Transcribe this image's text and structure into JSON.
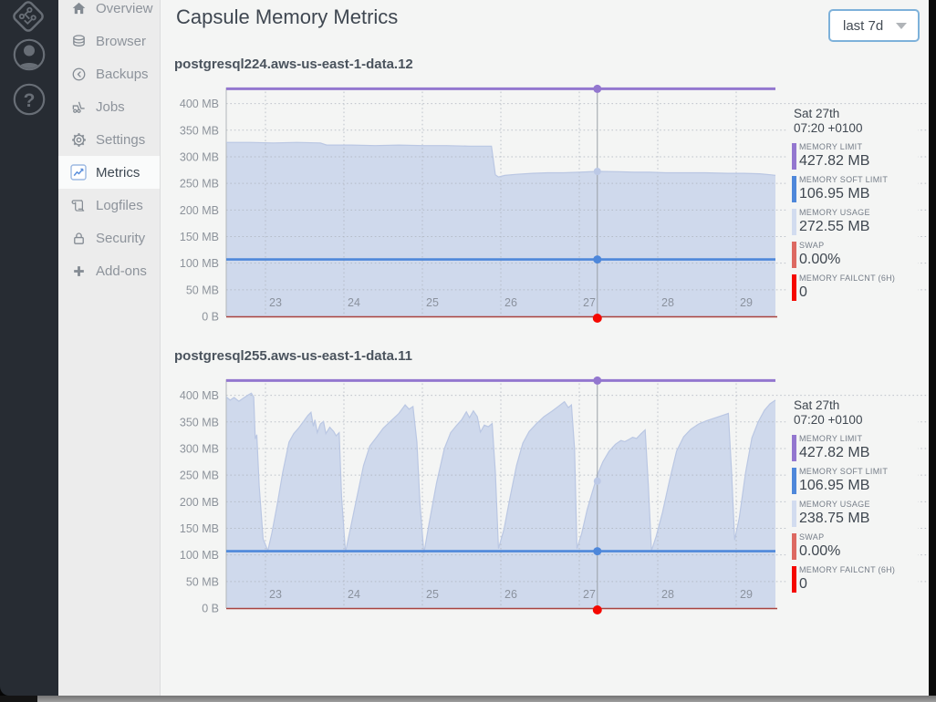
{
  "header": {
    "title": "Capsule Memory Metrics",
    "range_selector": {
      "value": "last 7d"
    }
  },
  "icon_rail": {
    "logo": "circuit-board-logo",
    "account": "user-avatar",
    "help": "question-mark"
  },
  "sidebar": {
    "items": [
      {
        "label": "Overview",
        "icon": "home-icon",
        "active": false
      },
      {
        "label": "Browser",
        "icon": "database-icon",
        "active": false
      },
      {
        "label": "Backups",
        "icon": "restore-clock-icon",
        "active": false
      },
      {
        "label": "Jobs",
        "icon": "forklift-icon",
        "active": false
      },
      {
        "label": "Settings",
        "icon": "gear-icon",
        "active": false
      },
      {
        "label": "Metrics",
        "icon": "line-chart-icon",
        "active": true
      },
      {
        "label": "Logfiles",
        "icon": "scroll-icon",
        "active": false
      },
      {
        "label": "Security",
        "icon": "padlock-icon",
        "active": false
      },
      {
        "label": "Add-ons",
        "icon": "plus-icon",
        "active": false
      }
    ]
  },
  "charts": [
    {
      "title": "postgresql224.aws-us-east-1-data.12",
      "tooltip": {
        "date": "Sat 27th",
        "time": "07:20 +0100"
      },
      "legend": [
        {
          "label": "MEMORY LIMIT",
          "value": "427.82 MB",
          "color": "#9377cf"
        },
        {
          "label": "MEMORY SOFT LIMIT",
          "value": "106.95 MB",
          "color": "#4e87da"
        },
        {
          "label": "MEMORY USAGE",
          "value": "272.55 MB",
          "color": "#d2dcef"
        },
        {
          "label": "SWAP",
          "value": "0.00%",
          "color": "#dd6962"
        },
        {
          "label": "MEMORY FAILCNT (6H)",
          "value": "0",
          "color": "#f50800"
        }
      ]
    },
    {
      "title": "postgresql255.aws-us-east-1-data.11",
      "tooltip": {
        "date": "Sat 27th",
        "time": "07:20 +0100"
      },
      "legend": [
        {
          "label": "MEMORY LIMIT",
          "value": "427.82 MB",
          "color": "#9377cf"
        },
        {
          "label": "MEMORY SOFT LIMIT",
          "value": "106.95 MB",
          "color": "#4e87da"
        },
        {
          "label": "MEMORY USAGE",
          "value": "238.75 MB",
          "color": "#d2dcef"
        },
        {
          "label": "SWAP",
          "value": "0.00%",
          "color": "#dd6962"
        },
        {
          "label": "MEMORY FAILCNT (6H)",
          "value": "0",
          "color": "#f50800"
        }
      ]
    }
  ],
  "chart_data": [
    {
      "type": "area",
      "title": "postgresql224.aws-us-east-1-data.12",
      "x_unit": "day of month",
      "xlim": [
        22.5,
        29.5
      ],
      "ylim": [
        0,
        430
      ],
      "xticks": [
        23,
        24,
        25,
        26,
        27,
        28,
        29
      ],
      "xtick_labels": [
        "23",
        "24",
        "25",
        "26",
        "27",
        "28",
        "29"
      ],
      "ytick_values": [
        0,
        50,
        100,
        150,
        200,
        250,
        300,
        350,
        400
      ],
      "ytick_labels": [
        "0 B",
        "50 MB",
        "100 MB",
        "150 MB",
        "200 MB",
        "250 MB",
        "300 MB",
        "350 MB",
        "400 MB"
      ],
      "reference_lines": {
        "memory_limit_mb": 427.82,
        "memory_soft_limit_mb": 106.95,
        "swap_pct": 0,
        "memory_failcnt": 0
      },
      "cursor": {
        "x": 27.23,
        "limit_mb": 427.82,
        "soft_limit_mb": 106.95,
        "usage_mb": 272.55,
        "swap_pct": 0,
        "failcnt": 0
      },
      "points": [
        [
          22.5,
          327
        ],
        [
          22.8,
          327
        ],
        [
          23.1,
          326
        ],
        [
          23.4,
          327
        ],
        [
          23.7,
          326
        ],
        [
          23.78,
          322
        ],
        [
          24.1,
          322
        ],
        [
          24.4,
          321
        ],
        [
          24.7,
          322
        ],
        [
          25.0,
          321
        ],
        [
          25.3,
          321
        ],
        [
          25.6,
          320
        ],
        [
          25.88,
          320
        ],
        [
          25.93,
          266
        ],
        [
          25.97,
          262
        ],
        [
          26.05,
          265
        ],
        [
          26.2,
          267
        ],
        [
          26.4,
          269
        ],
        [
          26.6,
          270
        ],
        [
          26.8,
          270
        ],
        [
          27.0,
          271
        ],
        [
          27.23,
          272.55
        ],
        [
          27.5,
          272
        ],
        [
          27.7,
          271
        ],
        [
          27.9,
          271
        ],
        [
          28.1,
          270
        ],
        [
          28.3,
          270
        ],
        [
          28.6,
          270
        ],
        [
          28.9,
          269
        ],
        [
          29.1,
          269
        ],
        [
          29.3,
          268
        ],
        [
          29.45,
          266
        ],
        [
          29.5,
          265
        ]
      ]
    },
    {
      "type": "area",
      "title": "postgresql255.aws-us-east-1-data.11",
      "x_unit": "day of month",
      "xlim": [
        22.5,
        29.5
      ],
      "ylim": [
        0,
        430
      ],
      "xticks": [
        23,
        24,
        25,
        26,
        27,
        28,
        29
      ],
      "xtick_labels": [
        "23",
        "24",
        "25",
        "26",
        "27",
        "28",
        "29"
      ],
      "ytick_values": [
        0,
        50,
        100,
        150,
        200,
        250,
        300,
        350,
        400
      ],
      "ytick_labels": [
        "0 B",
        "50 MB",
        "100 MB",
        "150 MB",
        "200 MB",
        "250 MB",
        "300 MB",
        "350 MB",
        "400 MB"
      ],
      "reference_lines": {
        "memory_limit_mb": 427.82,
        "memory_soft_limit_mb": 106.95,
        "swap_pct": 0,
        "memory_failcnt": 0
      },
      "cursor": {
        "x": 27.23,
        "limit_mb": 427.82,
        "soft_limit_mb": 106.95,
        "usage_mb": 238.75,
        "swap_pct": 0,
        "failcnt": 0
      },
      "points": [
        [
          22.5,
          397
        ],
        [
          22.55,
          391
        ],
        [
          22.6,
          396
        ],
        [
          22.66,
          389
        ],
        [
          22.72,
          395
        ],
        [
          22.78,
          401
        ],
        [
          22.82,
          404
        ],
        [
          22.85,
          397
        ],
        [
          22.87,
          318
        ],
        [
          22.89,
          326
        ],
        [
          22.92,
          230
        ],
        [
          22.97,
          130
        ],
        [
          23.03,
          108
        ],
        [
          23.08,
          140
        ],
        [
          23.15,
          195
        ],
        [
          23.22,
          255
        ],
        [
          23.3,
          312
        ],
        [
          23.36,
          328
        ],
        [
          23.42,
          338
        ],
        [
          23.48,
          350
        ],
        [
          23.54,
          362
        ],
        [
          23.58,
          368
        ],
        [
          23.61,
          342
        ],
        [
          23.63,
          354
        ],
        [
          23.66,
          330
        ],
        [
          23.7,
          346
        ],
        [
          23.74,
          351
        ],
        [
          23.77,
          328
        ],
        [
          23.82,
          340
        ],
        [
          23.87,
          332
        ],
        [
          23.9,
          324
        ],
        [
          23.94,
          330
        ],
        [
          23.97,
          210
        ],
        [
          24.02,
          105
        ],
        [
          24.08,
          148
        ],
        [
          24.16,
          205
        ],
        [
          24.25,
          268
        ],
        [
          24.33,
          305
        ],
        [
          24.42,
          322
        ],
        [
          24.5,
          338
        ],
        [
          24.6,
          352
        ],
        [
          24.7,
          366
        ],
        [
          24.78,
          382
        ],
        [
          24.83,
          374
        ],
        [
          24.88,
          379
        ],
        [
          24.93,
          312
        ],
        [
          24.97,
          195
        ],
        [
          25.02,
          103
        ],
        [
          25.08,
          155
        ],
        [
          25.18,
          235
        ],
        [
          25.28,
          300
        ],
        [
          25.36,
          330
        ],
        [
          25.44,
          344
        ],
        [
          25.5,
          354
        ],
        [
          25.56,
          369
        ],
        [
          25.6,
          358
        ],
        [
          25.65,
          371
        ],
        [
          25.7,
          360
        ],
        [
          25.74,
          331
        ],
        [
          25.79,
          344
        ],
        [
          25.84,
          341
        ],
        [
          25.89,
          347
        ],
        [
          25.93,
          255
        ],
        [
          25.97,
          112
        ],
        [
          26.04,
          148
        ],
        [
          26.12,
          210
        ],
        [
          26.2,
          268
        ],
        [
          26.28,
          310
        ],
        [
          26.36,
          332
        ],
        [
          26.45,
          346
        ],
        [
          26.55,
          360
        ],
        [
          26.65,
          370
        ],
        [
          26.74,
          380
        ],
        [
          26.81,
          388
        ],
        [
          26.86,
          377
        ],
        [
          26.9,
          382
        ],
        [
          26.94,
          300
        ],
        [
          26.97,
          112
        ],
        [
          27.03,
          140
        ],
        [
          27.1,
          185
        ],
        [
          27.17,
          220
        ],
        [
          27.23,
          250
        ],
        [
          27.3,
          275
        ],
        [
          27.38,
          295
        ],
        [
          27.46,
          308
        ],
        [
          27.53,
          315
        ],
        [
          27.58,
          313
        ],
        [
          27.63,
          317
        ],
        [
          27.68,
          321
        ],
        [
          27.73,
          319
        ],
        [
          27.79,
          328
        ],
        [
          27.84,
          335
        ],
        [
          27.88,
          230
        ],
        [
          27.92,
          108
        ],
        [
          27.98,
          135
        ],
        [
          28.06,
          180
        ],
        [
          28.15,
          240
        ],
        [
          28.24,
          295
        ],
        [
          28.33,
          322
        ],
        [
          28.42,
          336
        ],
        [
          28.52,
          346
        ],
        [
          28.62,
          352
        ],
        [
          28.72,
          357
        ],
        [
          28.82,
          362
        ],
        [
          28.9,
          366
        ],
        [
          28.94,
          260
        ],
        [
          28.98,
          128
        ],
        [
          29.04,
          170
        ],
        [
          29.12,
          255
        ],
        [
          29.2,
          320
        ],
        [
          29.28,
          350
        ],
        [
          29.36,
          372
        ],
        [
          29.43,
          384
        ],
        [
          29.5,
          391
        ]
      ]
    }
  ]
}
